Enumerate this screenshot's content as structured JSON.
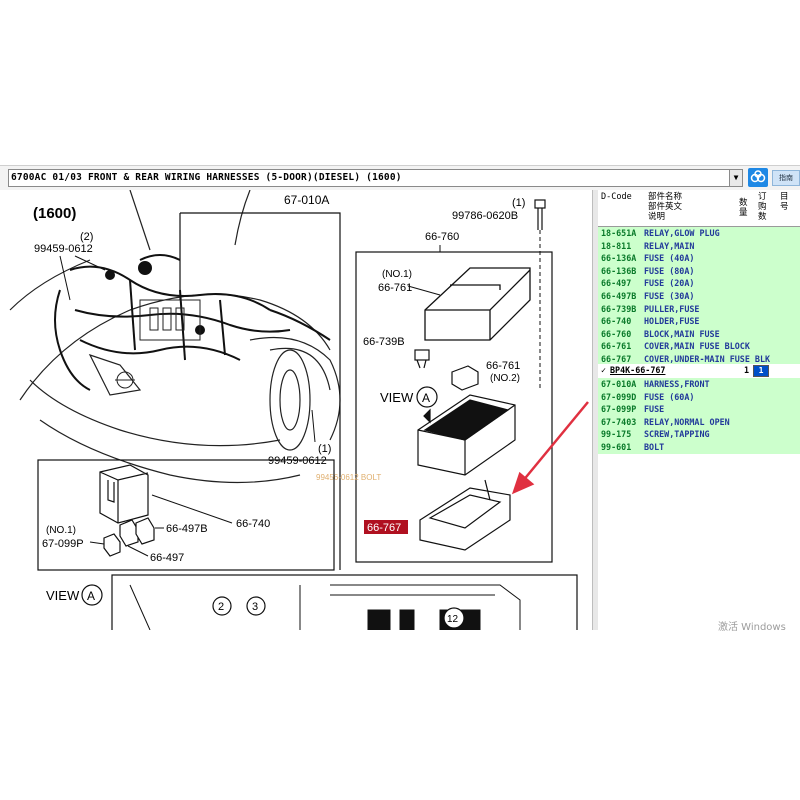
{
  "window": {
    "title": "6700AC 01/03 FRONT & REAR WIRING HARNESSES (5-DOOR)(DIESEL) (1600)",
    "dropdown_icon": "chevron-down-icon",
    "mini_button": "指南",
    "logo_icon": "cloud-logo-icon"
  },
  "diagram": {
    "engine": "(1600)",
    "labels": {
      "harness": "67-010A",
      "bolt_top": "99786-0620B",
      "bolt_top_qty": "(1)",
      "block": "66-760",
      "clip_left": "99459-0612",
      "clip_left_qty": "(2)",
      "cover_no1": "(NO.1)",
      "cover_761a": "66-761",
      "puller": "66-739B",
      "cover_761b": "66-761",
      "cover_no2": "(NO.2)",
      "view_a": "VIEW",
      "view_letter": "A",
      "clip_bottom": "99459-0612",
      "clip_bottom_qty": "(1)",
      "watermark": "99456-0612 BOLT",
      "highlight_part": "66-767",
      "fuse_no1": "(NO.1)",
      "fuse_099p": "67-099P",
      "fuse_497b": "66-497B",
      "fuse_497": "66-497",
      "holder": "66-740",
      "view_a2": "VIEW",
      "view_letter2": "A",
      "circle_2": "2",
      "circle_3": "3",
      "circle_12": "12"
    }
  },
  "parts_panel": {
    "headers": {
      "dcode": "D-Code",
      "name": "部件名称\n部件英文\n说明",
      "qty": "数\n量",
      "order": "订\n购\n数",
      "extra": "目\n号"
    },
    "rows": [
      {
        "code": "18-651A",
        "desc": "RELAY,GLOW PLUG"
      },
      {
        "code": "18-811",
        "desc": "RELAY,MAIN"
      },
      {
        "code": "66-136A",
        "desc": "FUSE (40A)"
      },
      {
        "code": "66-136B",
        "desc": "FUSE (80A)"
      },
      {
        "code": "66-497",
        "desc": "FUSE (20A)"
      },
      {
        "code": "66-497B",
        "desc": "FUSE (30A)"
      },
      {
        "code": "66-739B",
        "desc": "PULLER,FUSE"
      },
      {
        "code": "66-740",
        "desc": "HOLDER,FUSE"
      },
      {
        "code": "66-760",
        "desc": "BLOCK,MAIN FUSE"
      },
      {
        "code": "66-761",
        "desc": "COVER,MAIN FUSE BLOCK"
      },
      {
        "code": "66-767",
        "desc": "COVER,UNDER-MAIN FUSE BLK"
      }
    ],
    "selected_row": {
      "check": "✓",
      "code": "BP4K-66-767",
      "qty": "1",
      "order": "1"
    },
    "rows_after": [
      {
        "code": "67-010A",
        "desc": "HARNESS,FRONT"
      },
      {
        "code": "67-099D",
        "desc": "FUSE (60A)"
      },
      {
        "code": "67-099P",
        "desc": "FUSE"
      },
      {
        "code": "67-7403",
        "desc": "RELAY,NORMAL OPEN"
      },
      {
        "code": "99-175",
        "desc": "SCREW,TAPPING"
      },
      {
        "code": "99-601",
        "desc": "BOLT"
      }
    ]
  },
  "os_watermark": "激活 Windows",
  "colors": {
    "row_green": "#ccffcc",
    "code_green": "#0a7a2a",
    "desc_blue": "#223a9a",
    "highlight": "#b01020",
    "arrow": "#e03040"
  }
}
